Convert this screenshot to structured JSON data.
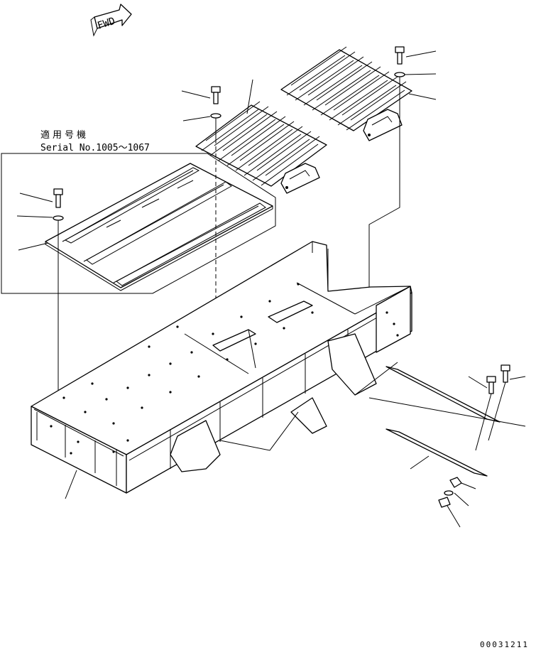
{
  "direction_label": "FWD",
  "applicability_label": "適用号機",
  "serial_range": "Serial No.1005～1067",
  "drawing_code": "00031211"
}
